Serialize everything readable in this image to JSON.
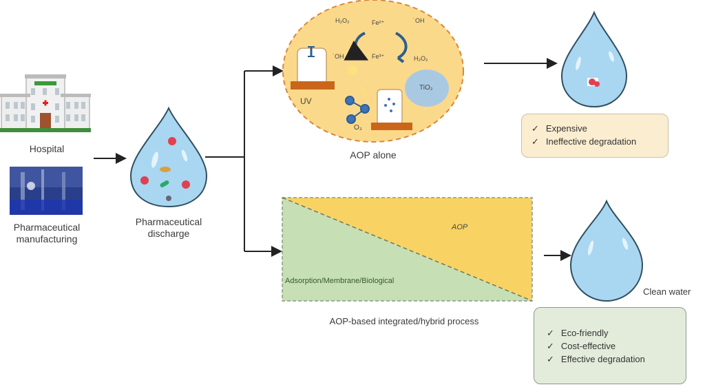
{
  "sources": {
    "hospital_label": "Hospital",
    "manufacturing_label": "Pharmaceutical manufacturing"
  },
  "discharge": {
    "label": "Pharmaceutical discharge"
  },
  "aop_alone": {
    "label": "AOP alone",
    "species": {
      "h2o2_top": "H₂O₂",
      "fe2_top": "Fe²⁺",
      "oh_top": "˙OH",
      "oh_mid": "˙OH",
      "fe3_mid": "Fe³⁺",
      "h2o2_mid": "H₂O₂",
      "uv": "UV",
      "o3": "O₃",
      "tio2": "TiO₂"
    },
    "outcomes": [
      {
        "check": "✓",
        "text": "Expensive"
      },
      {
        "check": "✓",
        "text": "Ineffective degradation"
      }
    ]
  },
  "hybrid": {
    "label": "AOP-based integrated/hybrid process",
    "aop_label": "AOP",
    "other_label": "Adsorption/Membrane/Biological",
    "result_label": "Clean water",
    "outcomes": [
      {
        "check": "✓",
        "text": "Eco-friendly"
      },
      {
        "check": "✓",
        "text": "Cost-effective"
      },
      {
        "check": "✓",
        "text": "Effective degradation"
      }
    ]
  },
  "colors": {
    "water": "#a9d6f0",
    "water_outline": "#2f4f5f",
    "aop_yellow": "#f9d264",
    "aop_ellipse": "#fbd98a",
    "ellipse_border": "#d9863a",
    "green": "#c6dfb4",
    "outcome_bad_bg": "#fbeed0",
    "outcome_good_bg": "#e3ecdb",
    "lamp_base": "#c9661c",
    "tio2": "#a9c9e3"
  }
}
